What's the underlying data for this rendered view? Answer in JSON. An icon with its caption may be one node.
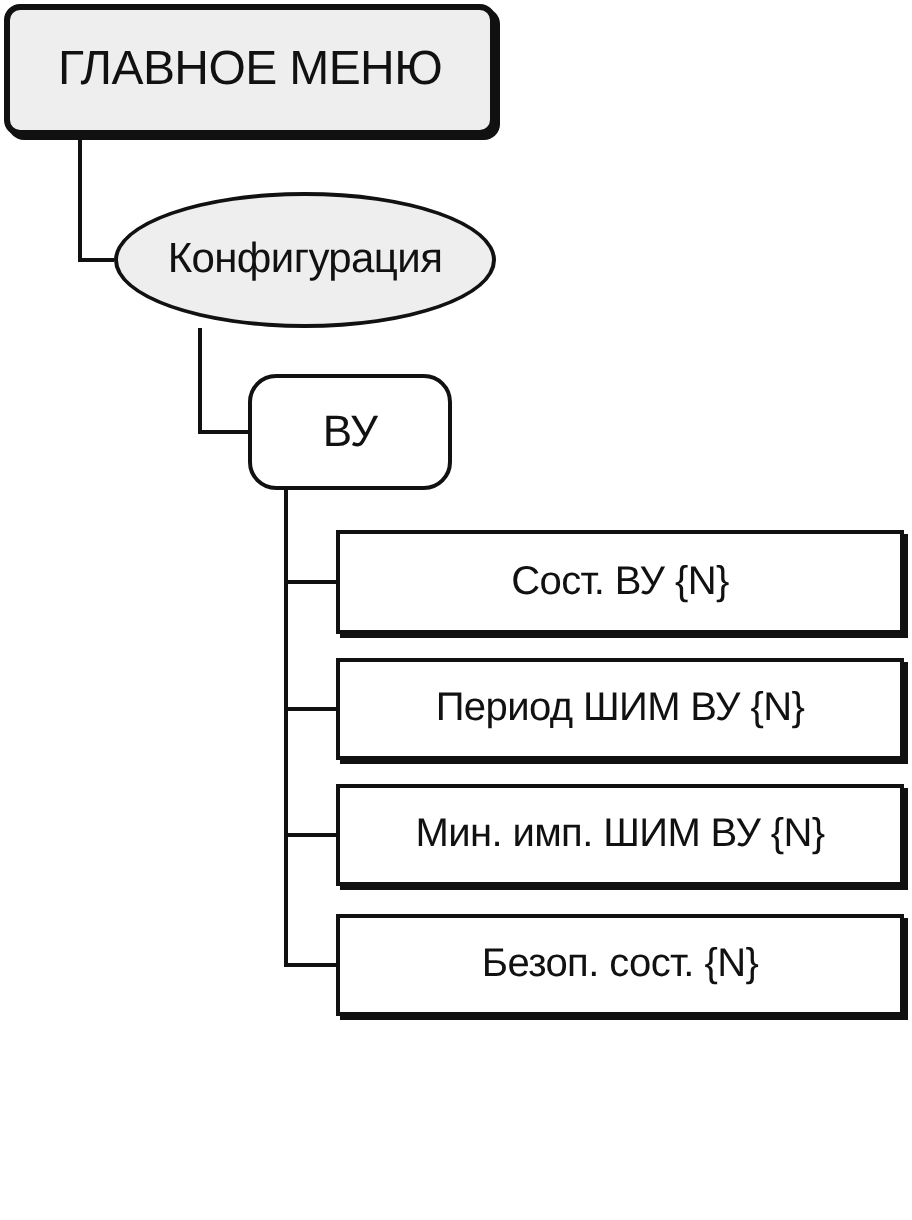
{
  "diagram": {
    "nodes": [
      {
        "text": [
          "ГЛАВНОЕ МЕНЮ"
        ]
      },
      {
        "text": [
          "Конфигурация"
        ]
      },
      {
        "text": [
          "ВУ"
        ]
      },
      {
        "text": [
          "Сост. ВУ {N}"
        ]
      },
      {
        "text": [
          "Период ШИМ ВУ {N}"
        ]
      },
      {
        "text": [
          "Мин. имп. ШИМ ВУ {N}"
        ]
      },
      {
        "text": [
          "Безоп. сост. {N}"
        ]
      }
    ],
    "edges": [
      {
        "from": 0,
        "to": 1,
        "arrow": "none"
      },
      {
        "from": 1,
        "to": 2,
        "arrow": "none"
      },
      {
        "from": 2,
        "to": 3,
        "arrow": "none"
      },
      {
        "from": 2,
        "to": 4,
        "arrow": "none"
      },
      {
        "from": 2,
        "to": 5,
        "arrow": "none"
      },
      {
        "from": 2,
        "to": 6,
        "arrow": "none"
      }
    ]
  }
}
